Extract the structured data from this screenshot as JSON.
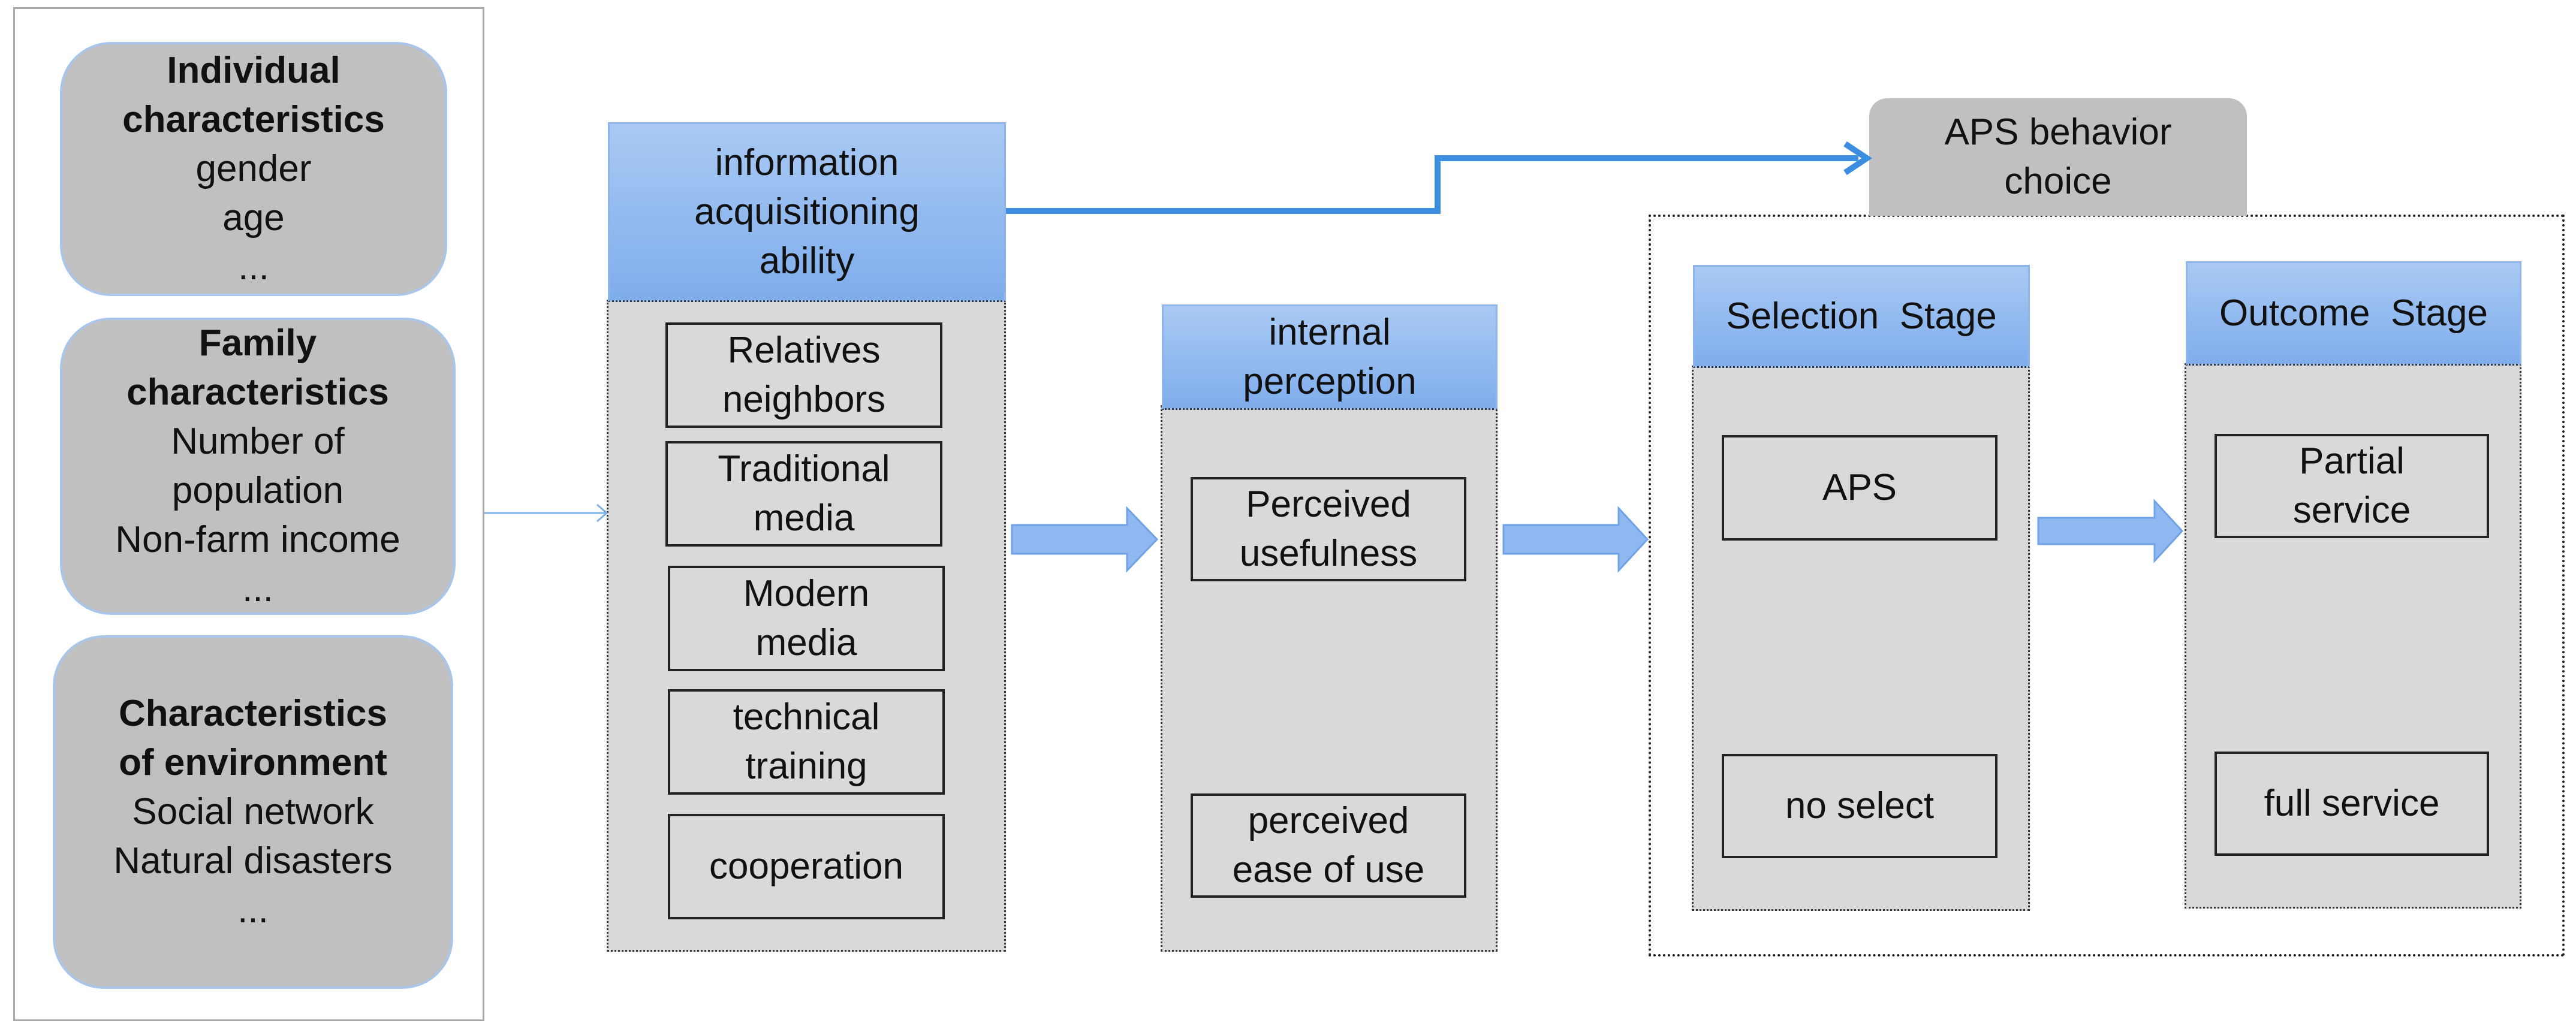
{
  "left": {
    "individual": {
      "title": "Individual characteristics",
      "lines": [
        "gender",
        "age",
        "..."
      ]
    },
    "family": {
      "title": "Family characteristics",
      "lines": [
        "Number of",
        "population",
        "Non-farm income",
        "..."
      ]
    },
    "environment": {
      "title": "Characteristics of environment",
      "lines": [
        "Social network",
        "Natural disasters",
        "..."
      ]
    }
  },
  "info": {
    "header": [
      "information",
      "acquisitioning",
      "ability"
    ],
    "items": [
      [
        "Relatives",
        "neighbors"
      ],
      [
        "Traditional",
        "media"
      ],
      [
        "Modern",
        "media"
      ],
      [
        "technical",
        "training"
      ],
      [
        "cooperation"
      ]
    ]
  },
  "internal": {
    "header": [
      "internal",
      "perception"
    ],
    "items": [
      [
        "Perceived",
        "usefulness"
      ],
      [
        "perceived",
        "ease of use"
      ]
    ]
  },
  "aps_choice": [
    "APS behavior",
    "choice"
  ],
  "selection": {
    "header": "Selection  Stage",
    "items": [
      "APS",
      "no select"
    ]
  },
  "outcome": {
    "header": "Outcome  Stage",
    "items": [
      [
        "Partial",
        "service"
      ],
      [
        "full service"
      ]
    ]
  },
  "colors": {
    "arrow_blue": "#3b8ee0",
    "block_arrow": "#8fb8f0",
    "header_blue": "#8fb4ec",
    "panel_gray": "#d9d9d9",
    "bubble_gray": "#c0c0c0"
  }
}
